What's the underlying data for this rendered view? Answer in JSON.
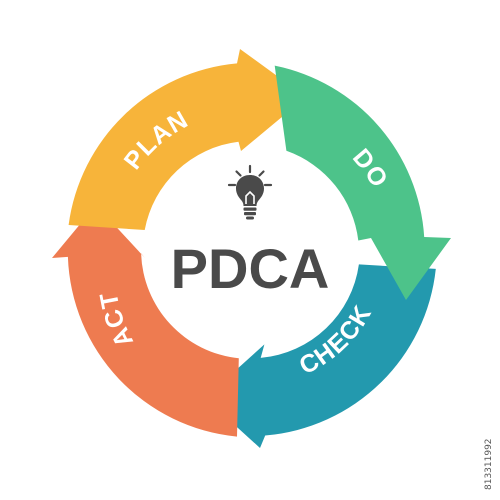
{
  "center": {
    "title": "PDCA",
    "icon": "lightbulb-icon"
  },
  "segments": [
    {
      "id": "plan",
      "label": "PLAN",
      "color": "#F7B43A"
    },
    {
      "id": "do",
      "label": "DO",
      "color": "#4DC38A"
    },
    {
      "id": "check",
      "label": "CHECK",
      "color": "#2399AE"
    },
    {
      "id": "act",
      "label": "ACT",
      "color": "#EE7B50"
    }
  ],
  "stock_id": "813311992"
}
